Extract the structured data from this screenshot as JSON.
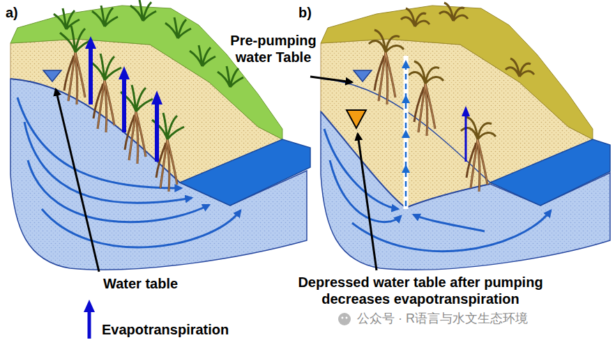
{
  "diagram": {
    "labels": [
      "a)",
      "b)",
      "Pre-pumping water Table",
      "Water table",
      "Depressed water table after pumping decreases evapotranspiration",
      "公众号 · R语言与水文生态环境"
    ],
    "legend": [
      {
        "text": "Evapotranspiration"
      }
    ]
  }
}
